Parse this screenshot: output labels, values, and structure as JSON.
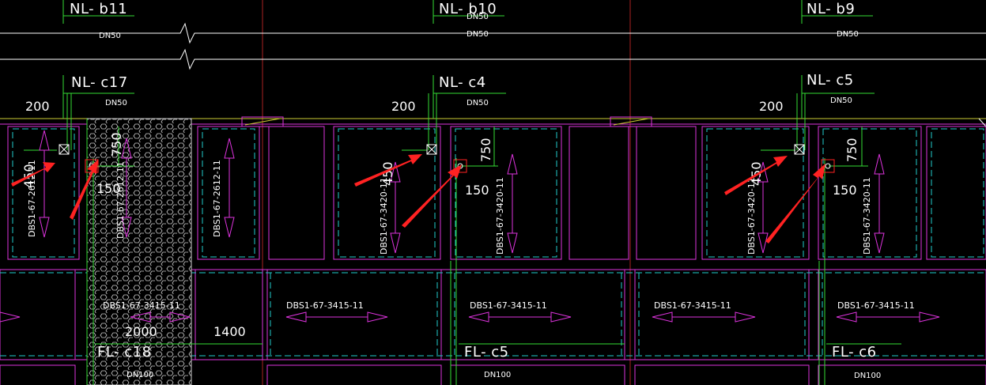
{
  "colors": {
    "background": "#000000",
    "line_white": "#ffffff",
    "line_green": "#33dd33",
    "line_magenta": "#dd33dd",
    "line_cyan": "#22cccc",
    "line_red_grid": "#aa2222",
    "line_yellow": "#cccc33",
    "arrow_red": "#ff2222",
    "icon_gray": "#aaaaaa"
  },
  "drawing": {
    "pipes_top": [
      {
        "label": "NL- b11",
        "dn": "DN50"
      },
      {
        "label": "NL- b10",
        "dn": "DN50",
        "dn_overlap": "DN50"
      },
      {
        "label": "NL- b9",
        "dn": "DN50"
      }
    ],
    "pipes_mid": [
      {
        "label": "NL- c17",
        "dn": "DN50",
        "dim": "200"
      },
      {
        "label": "NL- c4",
        "dn": "DN50",
        "dim": "200"
      },
      {
        "label": "NL- c5",
        "dn": "DN50",
        "dim": "200"
      }
    ],
    "pipes_bottom": [
      {
        "label": "FL- c18",
        "dn": "DN100"
      },
      {
        "label": "FL- c5",
        "dn": "DN100"
      },
      {
        "label": "FL- c6",
        "dn": "DN100"
      }
    ],
    "dims": {
      "d750": "750",
      "d150": "150",
      "d450": "450",
      "d2000": "2000",
      "d1400": "1400"
    },
    "duct_codes": {
      "c2612a": "DBS1-67-2612-11",
      "c2612b": "DBS1-67-2612-11",
      "c2612c": "DBS1-67-2612-11",
      "c3420": "DBS1-67-3420-11",
      "c3415": "DBS1-67-3415-11"
    }
  }
}
